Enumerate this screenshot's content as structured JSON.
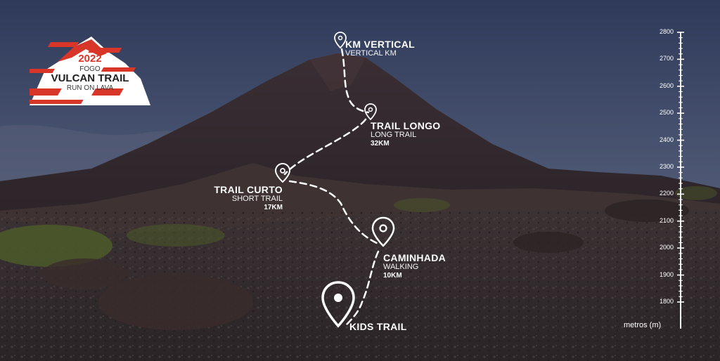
{
  "logo": {
    "year": "2022",
    "line1": "FOGO",
    "line2": "VULCAN TRAIL",
    "line3": "RUN ON LAVA",
    "accent_color": "#d9362a"
  },
  "routes": [
    {
      "name": "KM VERTICAL",
      "subtitle": "VERTICAL KM",
      "distance": ""
    },
    {
      "name": "TRAIL LONGO",
      "subtitle": "LONG TRAIL",
      "distance": "32KM"
    },
    {
      "name": "TRAIL CURTO",
      "subtitle": "SHORT TRAIL",
      "distance": "17KM"
    },
    {
      "name": "CAMINHADA",
      "subtitle": "WALKING",
      "distance": "10KM"
    },
    {
      "name": "KIDS TRAIL",
      "subtitle": "",
      "distance": ""
    }
  ],
  "altitude_scale": {
    "ticks": [
      "2800",
      "2700",
      "2600",
      "2500",
      "2400",
      "2300",
      "2200",
      "2100",
      "2000",
      "1900",
      "1800"
    ],
    "unit": "metros (m)"
  },
  "icons": {
    "marker": "map-pin-icon"
  }
}
